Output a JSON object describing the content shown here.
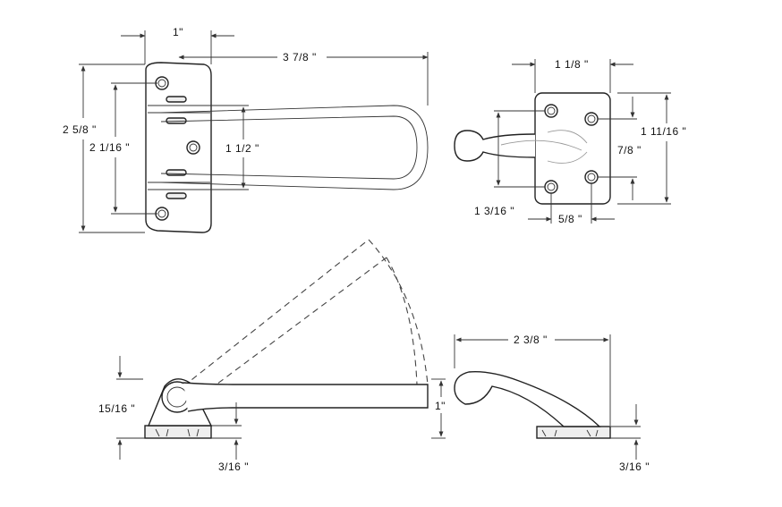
{
  "drawing": {
    "views": {
      "top_left": {
        "dims": {
          "width_1": "1\"",
          "length": "3 7/8 \"",
          "height_total": "2 5/8 \"",
          "hole_span": "2  1/16 \"",
          "loop_height": "1 1/2 \""
        }
      },
      "top_right": {
        "dims": {
          "width": "1 1/8 \"",
          "height": "1 11/16 \"",
          "hole_vertical": "7/8 \"",
          "hole_left_span": "1  3/16 \"",
          "hole_horizontal": "5/8 \""
        }
      },
      "bottom_left": {
        "dims": {
          "pivot_height": "15/16 \"",
          "base_thickness": "3/16 \"",
          "arm_height": "1\""
        }
      },
      "bottom_right": {
        "dims": {
          "length": "2 3/8 \"",
          "base_thickness": "3/16 \""
        }
      }
    }
  }
}
